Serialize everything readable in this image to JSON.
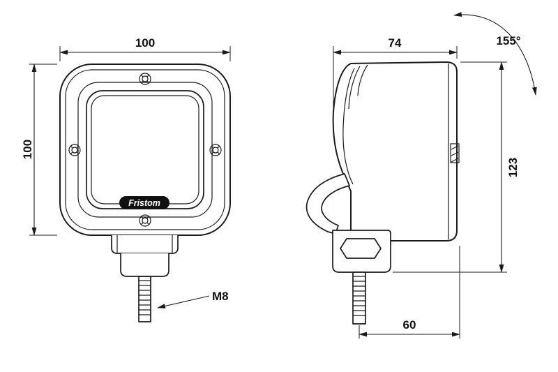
{
  "drawing": {
    "background": "#ffffff",
    "line_color": "#1a1a1a",
    "dimensions": {
      "front_width_mm": "100",
      "front_height_mm": "100",
      "side_depth_mm": "74",
      "overall_height_mm": "123",
      "stud_to_back_mm": "60",
      "tilt_angle": "155°"
    },
    "annotations": {
      "thread_label": "M8"
    },
    "brand": {
      "badge_text": "Fristom"
    }
  }
}
